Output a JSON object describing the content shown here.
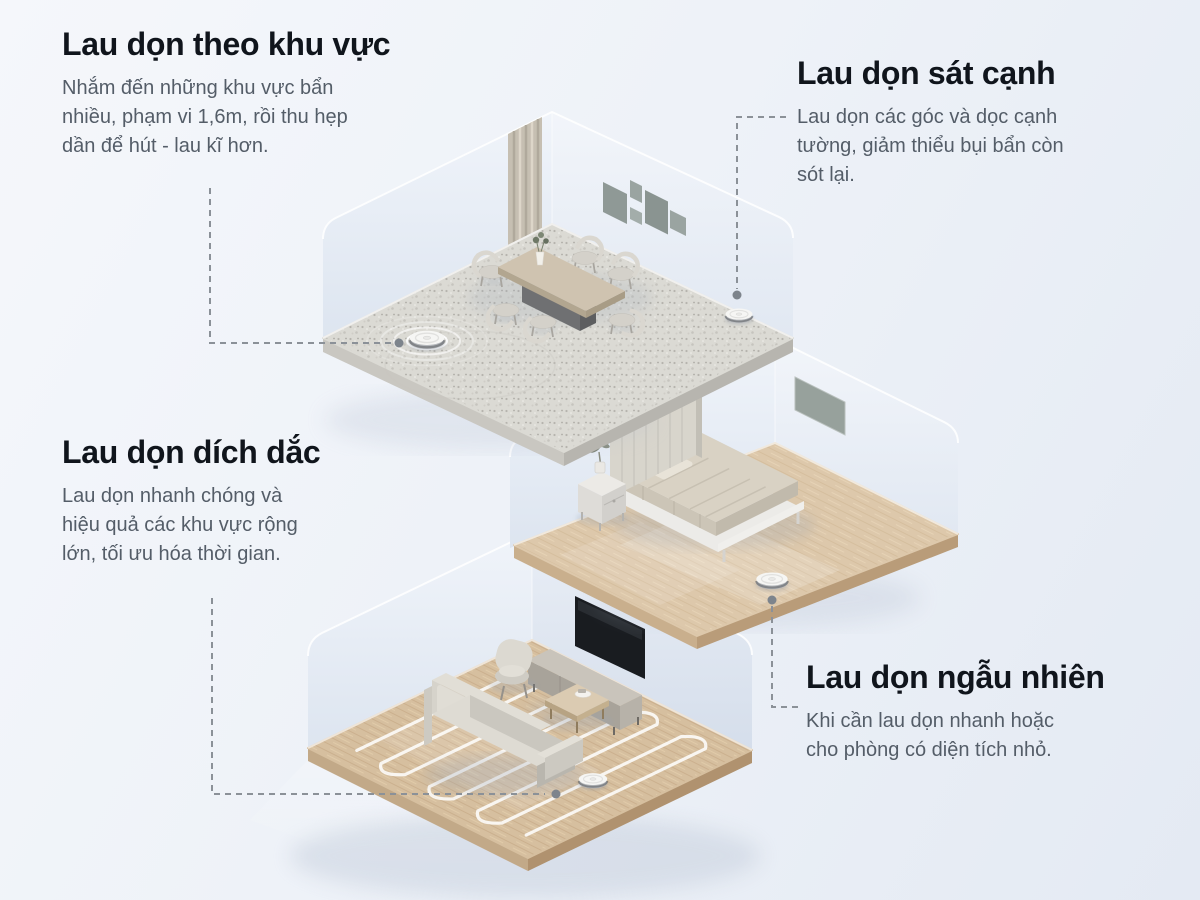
{
  "callouts": {
    "zone": {
      "title": "Lau dọn theo khu vực",
      "lines": [
        "Nhắm đến những khu vực bẩn",
        "nhiều, phạm vi 1,6m, rồi thu hẹp",
        "dần để hút - lau kĩ hơn."
      ]
    },
    "edge": {
      "title": "Lau dọn sát cạnh",
      "lines": [
        "Lau dọn các góc và dọc cạnh",
        "tường, giảm thiểu bụi bẩn còn",
        "sót lại."
      ]
    },
    "zigzag": {
      "title": "Lau dọn dích dắc",
      "lines": [
        "Lau dọn nhanh chóng và",
        "hiệu quả các khu vực rộng",
        "lớn, tối ưu hóa thời gian."
      ]
    },
    "random": {
      "title": "Lau dọn ngẫu nhiên",
      "lines": [
        "Khi cần lau dọn nhanh hoặc",
        "cho phòng có diện tích nhỏ."
      ]
    }
  },
  "colors": {
    "bg_top": "#f5f7fb",
    "bg_bottom": "#e4eaf3",
    "title_text": "#10151c",
    "body_text": "#545d68",
    "connector": "#8b9198",
    "glass_wall": "#e7edf6",
    "terrazzo_floor": "#dbdad4",
    "wood_floor_bedroom": "#ddc8ab",
    "wood_floor_living": "#d6bf9f",
    "robot_body": "#f6f6f4"
  },
  "illustration": {
    "rooms": [
      {
        "id": "dining-room",
        "floor_material": "terrazzo",
        "items": [
          "dining-table",
          "dining-chairs-x6",
          "curtain",
          "wall-art-gallery",
          "cleaning-ripples",
          "robot-vacuum-zone-cleaning",
          "robot-vacuum-edge-cleaning"
        ]
      },
      {
        "id": "bedroom",
        "floor_material": "wood",
        "items": [
          "double-bed",
          "nightstand",
          "plant",
          "wall-picture",
          "robot-vacuum-random-cleaning"
        ]
      },
      {
        "id": "living-room",
        "floor_material": "wood",
        "items": [
          "tv",
          "tv-console",
          "armchair",
          "sofa",
          "coffee-table",
          "zigzag-cleaning-path",
          "robot-vacuum-zigzag-cleaning"
        ]
      }
    ]
  }
}
